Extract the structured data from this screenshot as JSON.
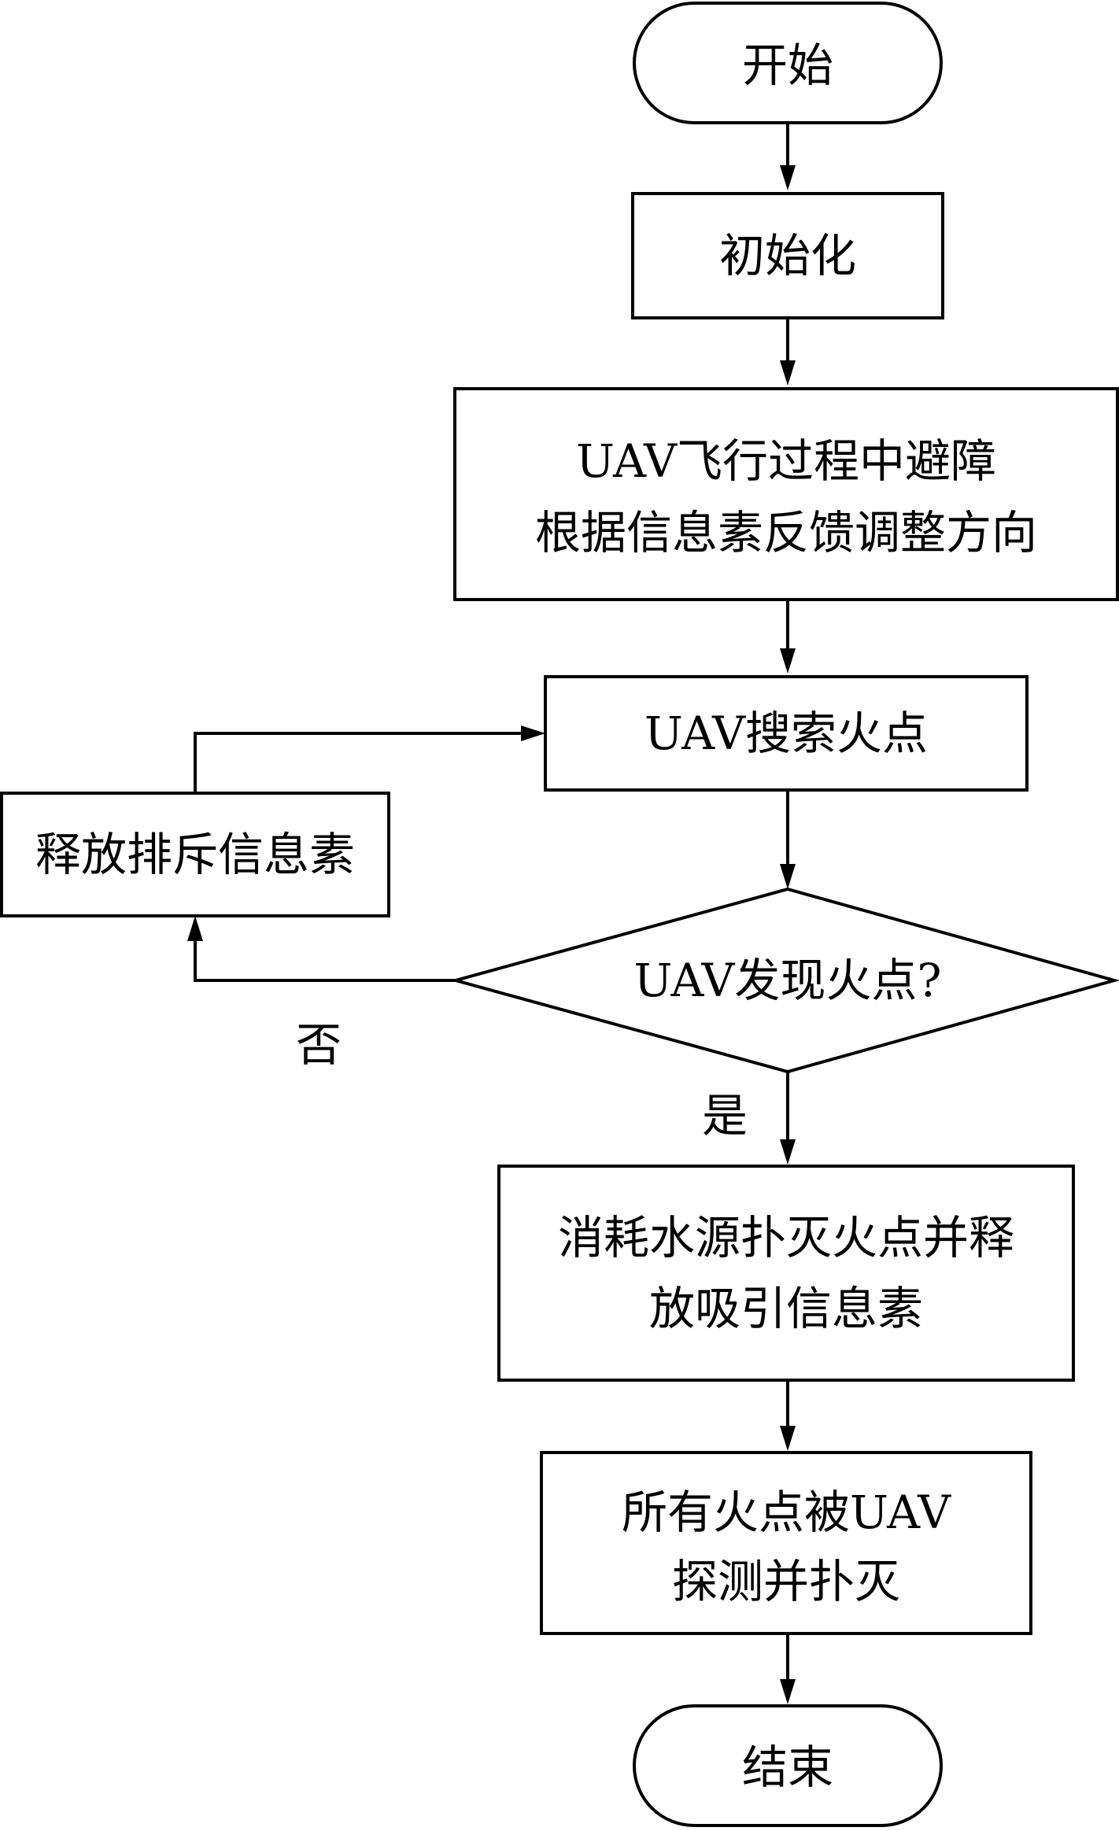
{
  "flowchart": {
    "start": "开始",
    "init": "初始化",
    "avoid": {
      "line1": "UAV飞行过程中避障",
      "line2": "根据信息素反馈调整方向"
    },
    "search": "UAV搜索火点",
    "release_repel": "释放排斥信息素",
    "decision": "UAV发现火点?",
    "no_label": "否",
    "yes_label": "是",
    "extinguish": {
      "line1": "消耗水源扑灭火点并释",
      "line2": "放吸引信息素"
    },
    "all_done": {
      "line1": "所有火点被UAV",
      "line2": "探测并扑灭"
    },
    "end": "结束"
  }
}
